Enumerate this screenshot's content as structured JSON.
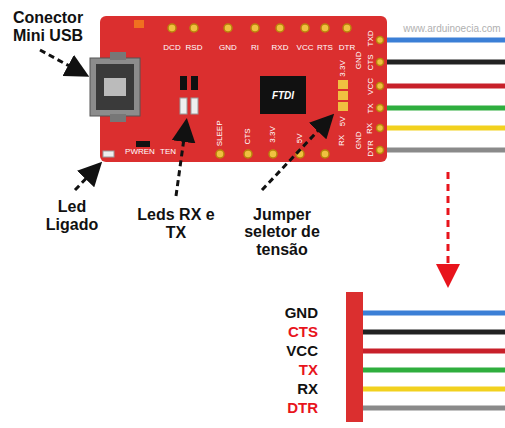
{
  "diagram": {
    "labels": [
      "Conector Mini USB",
      "Led Ligado",
      "Leds RX e TX",
      "Jumper seletor de tensão",
      "www.arduinoecia.com",
      "DCD",
      "RSD",
      "GND",
      "RI",
      "RXD",
      "VCC",
      "RTS",
      "DTR",
      "TXD",
      "CTS",
      "VCC",
      "TX",
      "RX",
      "DTR",
      "GND",
      "GND",
      "3.3V",
      "5V",
      "RX",
      "PWREN",
      "TEN",
      "SLEEP",
      "CTS",
      "3.3V",
      "5V",
      "FTDI",
      "GND",
      "CTS",
      "VCC",
      "TX",
      "RX",
      "DTR"
    ]
  }
}
